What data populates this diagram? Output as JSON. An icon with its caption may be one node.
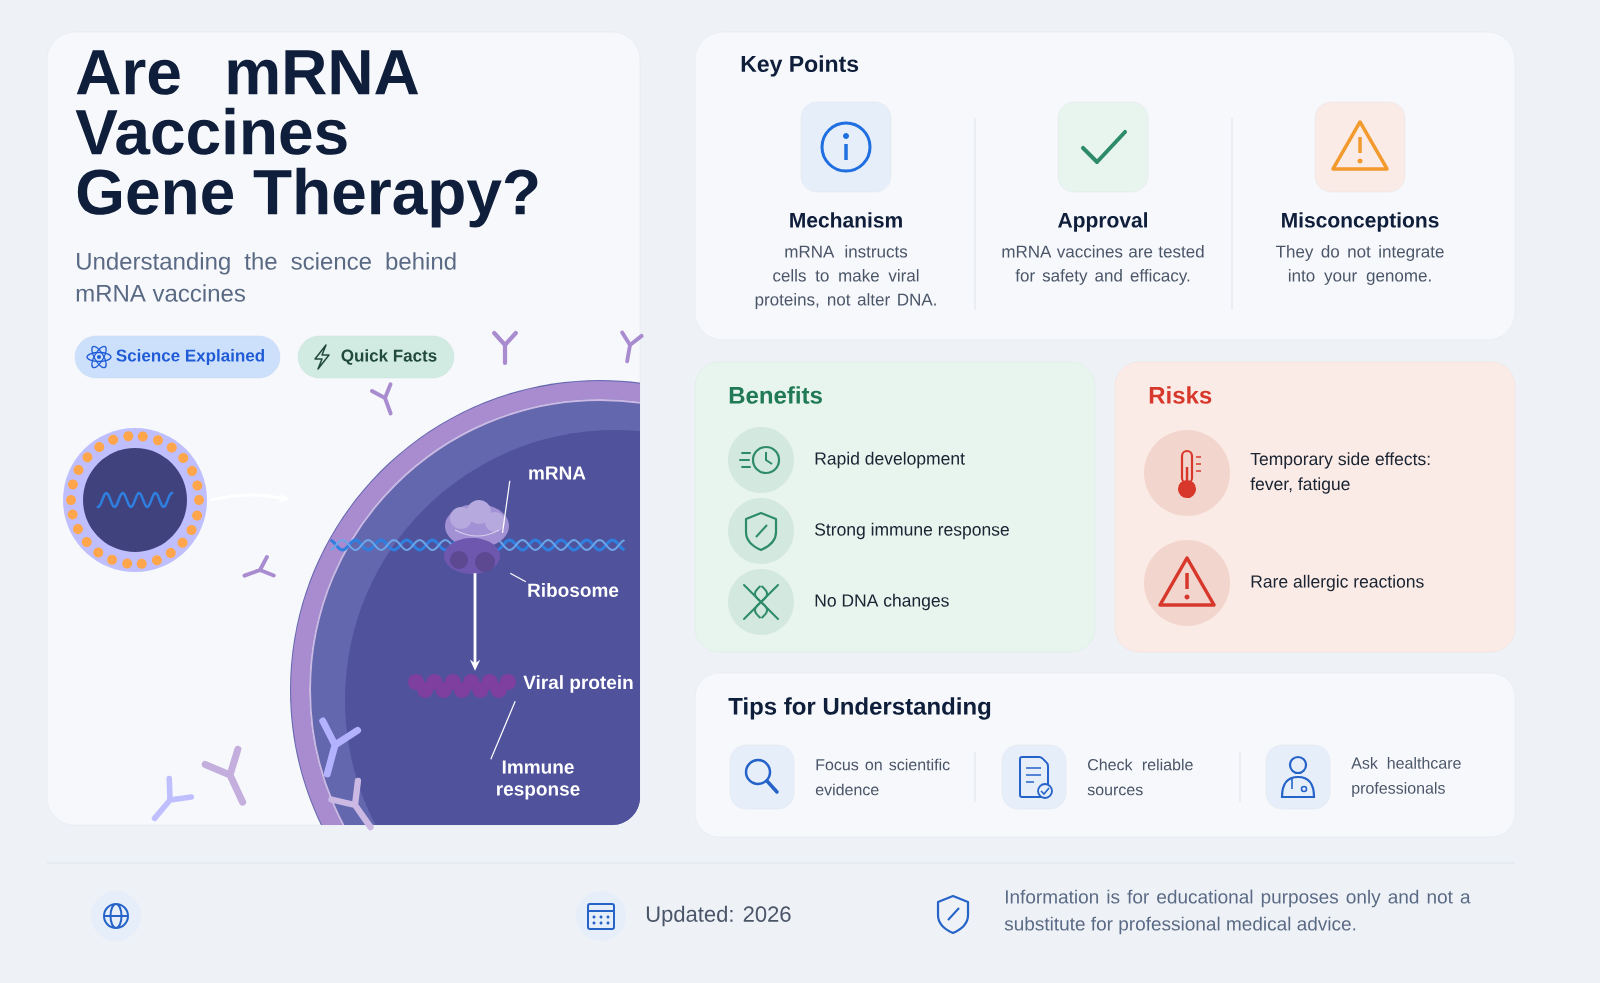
{
  "diagram": {
    "title": "Are mRNA Vaccines Gene Therapy?",
    "nodes": [
      {
        "text": [
          "Science Explained"
        ]
      },
      {
        "text": [
          "Quick Facts"
        ]
      },
      {
        "text": [],
        "shape": "picture"
      },
      {
        "text": [],
        "shape": "picture"
      },
      {
        "text": [],
        "shape": "picture",
        "in": 3
      },
      {
        "text": [],
        "shape": "picture",
        "in": 3
      },
      {
        "text": [],
        "shape": "picture",
        "in": 3,
        "beside": [
          "Viral protein"
        ]
      },
      {
        "text": [
          "mRNA"
        ],
        "in": 3
      },
      {
        "text": [
          "Ribosome"
        ],
        "in": 3
      },
      {
        "text": [
          "Immune response"
        ],
        "in": 3
      },
      {
        "text": [
          "Key Points"
        ]
      },
      {
        "text": [
          "Mechanism",
          "mRNA instructs cells to make viral proteins, not alter DNA."
        ],
        "in": 10
      },
      {
        "text": [
          "Approval",
          "mRNA vaccines are tested for safety and efficacy."
        ],
        "in": 10
      },
      {
        "text": [
          "Misconceptions",
          "They do not integrate into your genome."
        ],
        "in": 10
      },
      {
        "text": [
          "Benefits",
          "Rapid development",
          "Strong immune response",
          "No DNA changes"
        ]
      },
      {
        "text": [
          "Risks",
          "Temporary side effects: fever, fatigue",
          "Rare allergic reactions"
        ]
      },
      {
        "text": [
          "Tips for Understanding",
          "Focus on scientific evidence",
          "Check reliable sources",
          "Ask healthcare professionals"
        ]
      }
    ],
    "edges": [
      {
        "from": 2,
        "to": 3,
        "arrow": "to"
      },
      {
        "from": 5,
        "to": 6,
        "arrow": "to"
      },
      {
        "from": 7,
        "to": 4,
        "arrow": "none"
      },
      {
        "from": 8,
        "to": 5,
        "arrow": "none"
      },
      {
        "from": 9,
        "to": 6,
        "arrow": "none"
      }
    ],
    "labels": [
      "Understanding the science behind mRNA vaccines",
      "Updated: 2026",
      "Information is for educational purposes only and not a substitute for professional medical advice."
    ]
  }
}
